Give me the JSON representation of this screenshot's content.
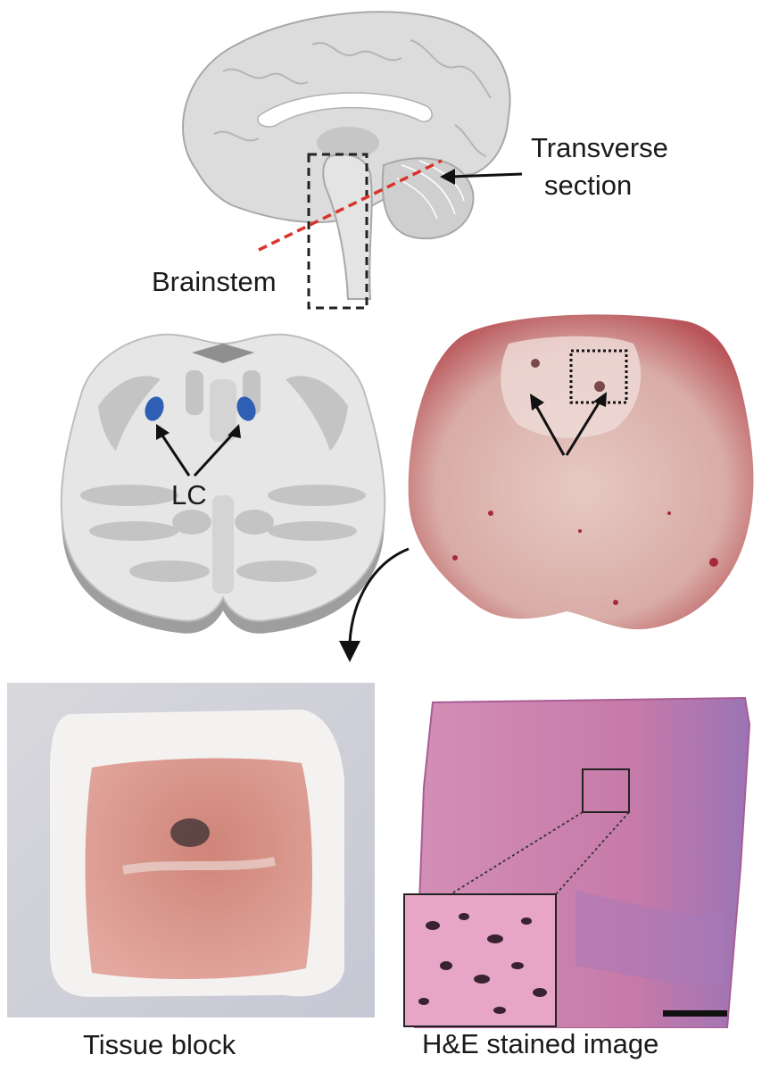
{
  "labels": {
    "transverse_line1": "Transverse",
    "transverse_line2": "section",
    "brainstem": "Brainstem",
    "lc": "LC",
    "tissue_block": "Tissue block",
    "he_image": "H&E stained image"
  },
  "colors": {
    "brain_gray": "#d9d9d9",
    "pons_light": "#e6e6e6",
    "pons_dark": "#bdbdbd",
    "lc_blue": "#2f5fb5",
    "section_line": "#d9342b",
    "tissue_pink": "#d99a95",
    "he_pink": "#c97aa8",
    "he_purple": "#9e74b6"
  }
}
